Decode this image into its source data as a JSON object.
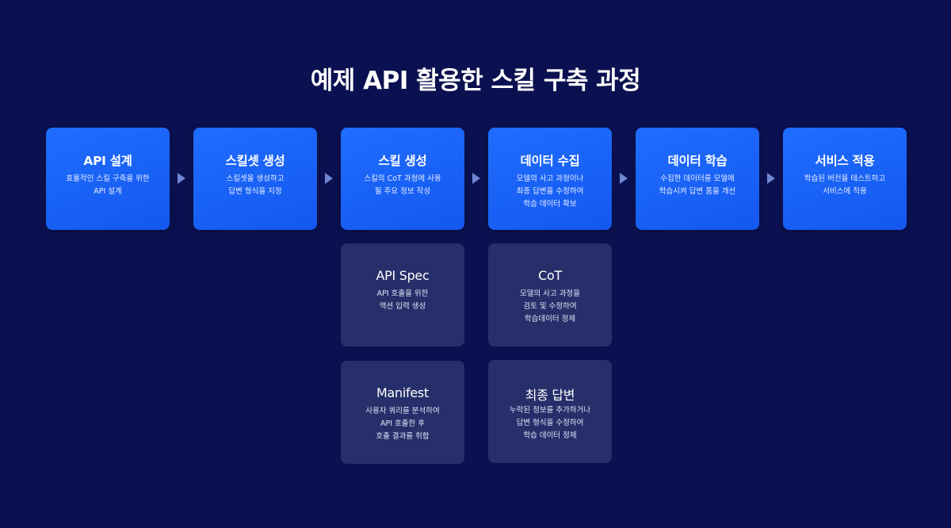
{
  "title": "예제 API 활용한 스킬 구축 과정",
  "steps": [
    {
      "title": "API 설계",
      "desc": "효율적인 스킬 구축을 위한\nAPI 설계"
    },
    {
      "title": "스킬셋 생성",
      "desc": "스킬셋을 생성하고\n답변 형식을 지정"
    },
    {
      "title": "스킬 생성",
      "desc": "스킬의 CoT 과정에 사용\n될 주요 정보 작성"
    },
    {
      "title": "데이터 수집",
      "desc": "모델의 사고 과정이나\n최종 답변을 수정하여\n학습 데이터 확보"
    },
    {
      "title": "데이터 학습",
      "desc": "수집한 데이터를 모델에\n학습시켜 답변 품을 개선"
    },
    {
      "title": "서비스 적용",
      "desc": "학습된 버전을 테스트하고\n서비스에 적용"
    }
  ],
  "details": {
    "api_spec": {
      "title": "API Spec",
      "desc": "API 호출을 위한\n액션 입력 생성"
    },
    "manifest": {
      "title": "Manifest",
      "desc": "사용자 쿼리를 분석하여\nAPI 호출한 후\n호출 결과를 취합"
    },
    "cot": {
      "title": "CoT",
      "desc": "모델의 사고 과정을\n검토 및 수정하여\n학습데이터 정제"
    },
    "final_answer": {
      "title": "최종 답변",
      "desc": "누락된 정보를 추가하거나\n답변 형식을 수정하여\n학습 데이터 정제"
    }
  },
  "colors": {
    "background": "#0b1150",
    "step_box": "#1a62f8",
    "detail_box": "#262f6a",
    "arrow": "#6e87d4"
  }
}
